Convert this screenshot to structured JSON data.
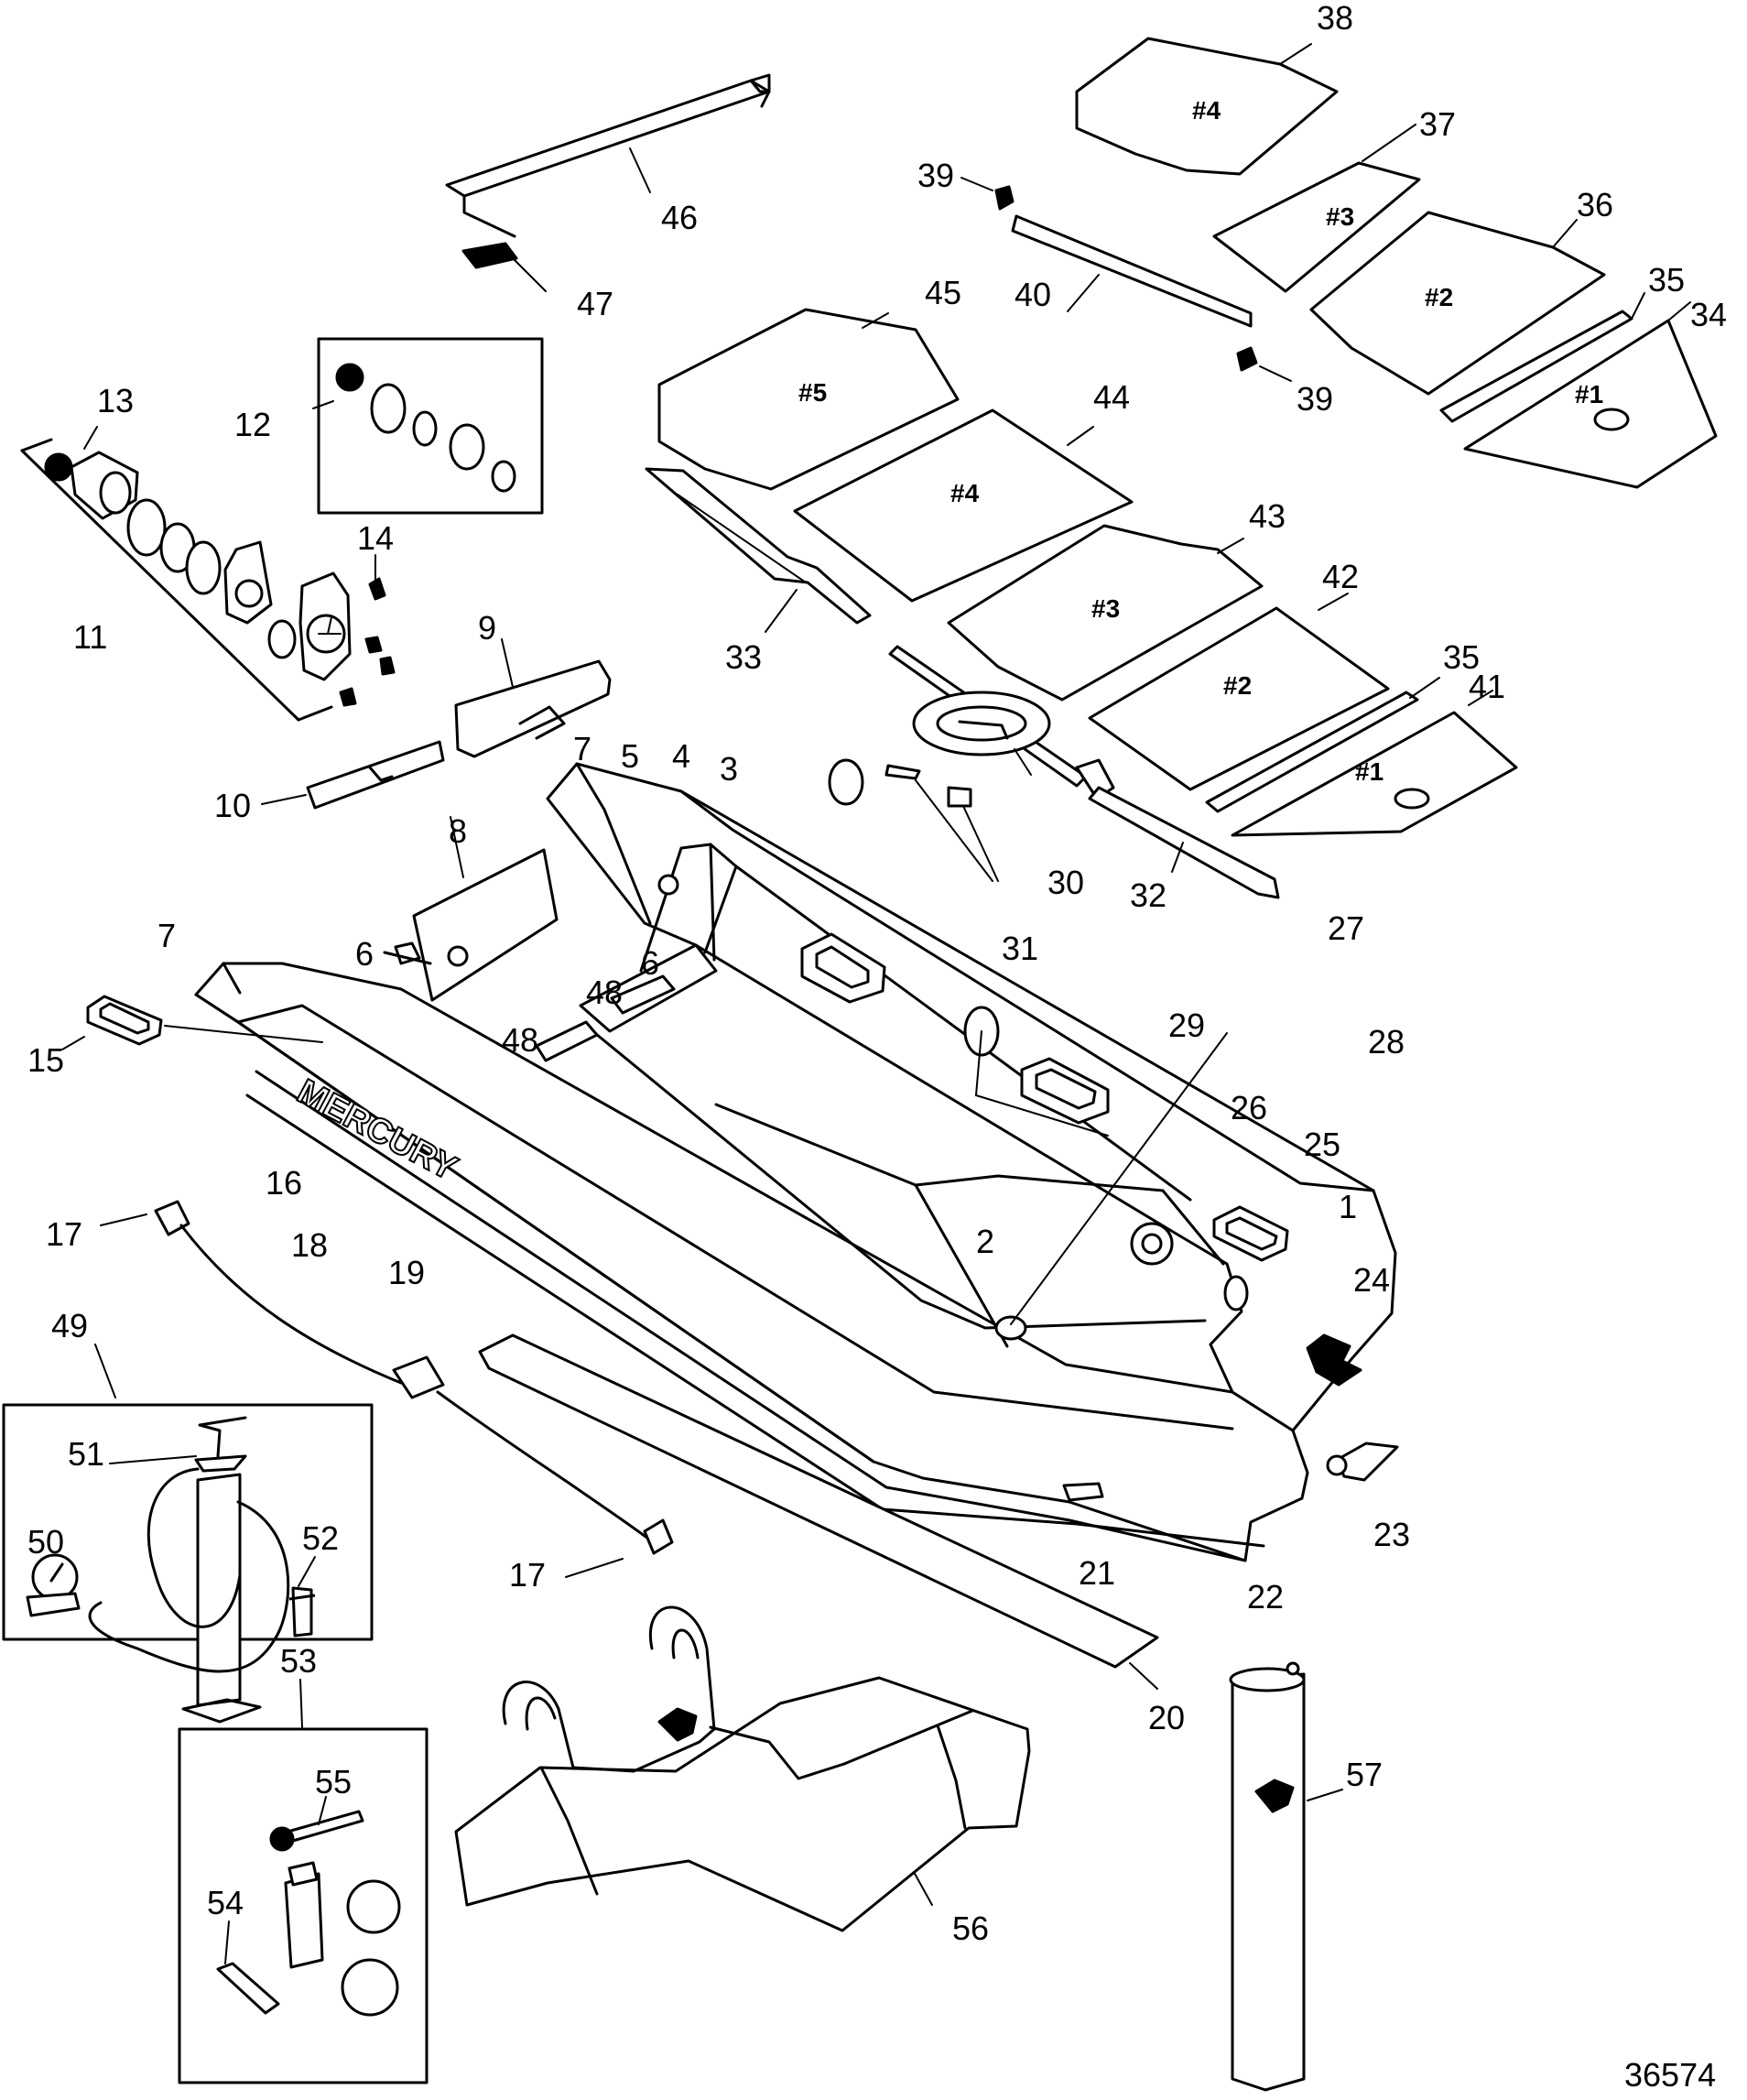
{
  "figure_number": "36574",
  "brand_text": "MERCURY",
  "panel_tags": {
    "bow_section_1": "#1",
    "bow_section_2": "#2",
    "bow_section_3": "#3",
    "bow_section_4": "#4",
    "floor_section_1": "#1",
    "floor_section_2": "#2",
    "floor_section_3": "#3",
    "floor_section_4": "#4",
    "floor_section_5": "#5"
  },
  "callouts": {
    "c1": "1",
    "c2": "2",
    "c3": "3",
    "c4": "4",
    "c5": "5",
    "c6": "6",
    "c7": "7",
    "c8": "8",
    "c9": "9",
    "c10": "10",
    "c11": "11",
    "c12": "12",
    "c13": "13",
    "c14": "14",
    "c15": "15",
    "c16": "16",
    "c17": "17",
    "c18": "18",
    "c19": "19",
    "c20": "20",
    "c21": "21",
    "c22": "22",
    "c23": "23",
    "c24": "24",
    "c25": "25",
    "c26": "26",
    "c27": "27",
    "c28": "28",
    "c29": "29",
    "c30": "30",
    "c31": "31",
    "c32": "32",
    "c33": "33",
    "c34": "34",
    "c35": "35",
    "c36": "36",
    "c37": "37",
    "c38": "38",
    "c39": "39",
    "c40": "40",
    "c41": "41",
    "c42": "42",
    "c43": "43",
    "c44": "44",
    "c45": "45",
    "c46": "46",
    "c47": "47",
    "c48": "48",
    "c49": "49",
    "c50": "50",
    "c51": "51",
    "c52": "52",
    "c53": "53",
    "c54": "54",
    "c55": "55",
    "c56": "56",
    "c57": "57"
  }
}
